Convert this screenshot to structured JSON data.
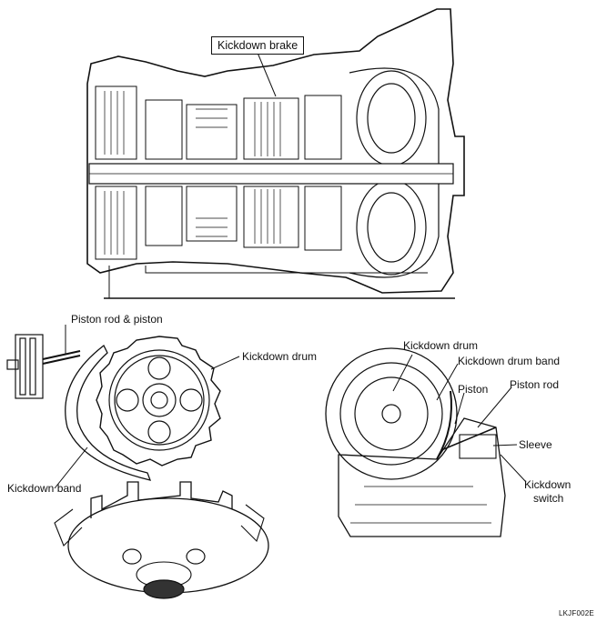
{
  "labels": {
    "kickdown_brake": "Kickdown brake",
    "piston_rod_piston": "Piston rod & piston",
    "kickdown_drum_left": "Kickdown drum",
    "kickdown_band": "Kickdown band",
    "kickdown_drum_right": "Kickdown drum",
    "kickdown_drum_band": "Kickdown drum band",
    "piston": "Piston",
    "piston_rod": "Piston rod",
    "sleeve": "Sleeve",
    "kickdown_switch_line1": "Kickdown",
    "kickdown_switch_line2": "switch"
  },
  "figure_code": "LKJF002E"
}
